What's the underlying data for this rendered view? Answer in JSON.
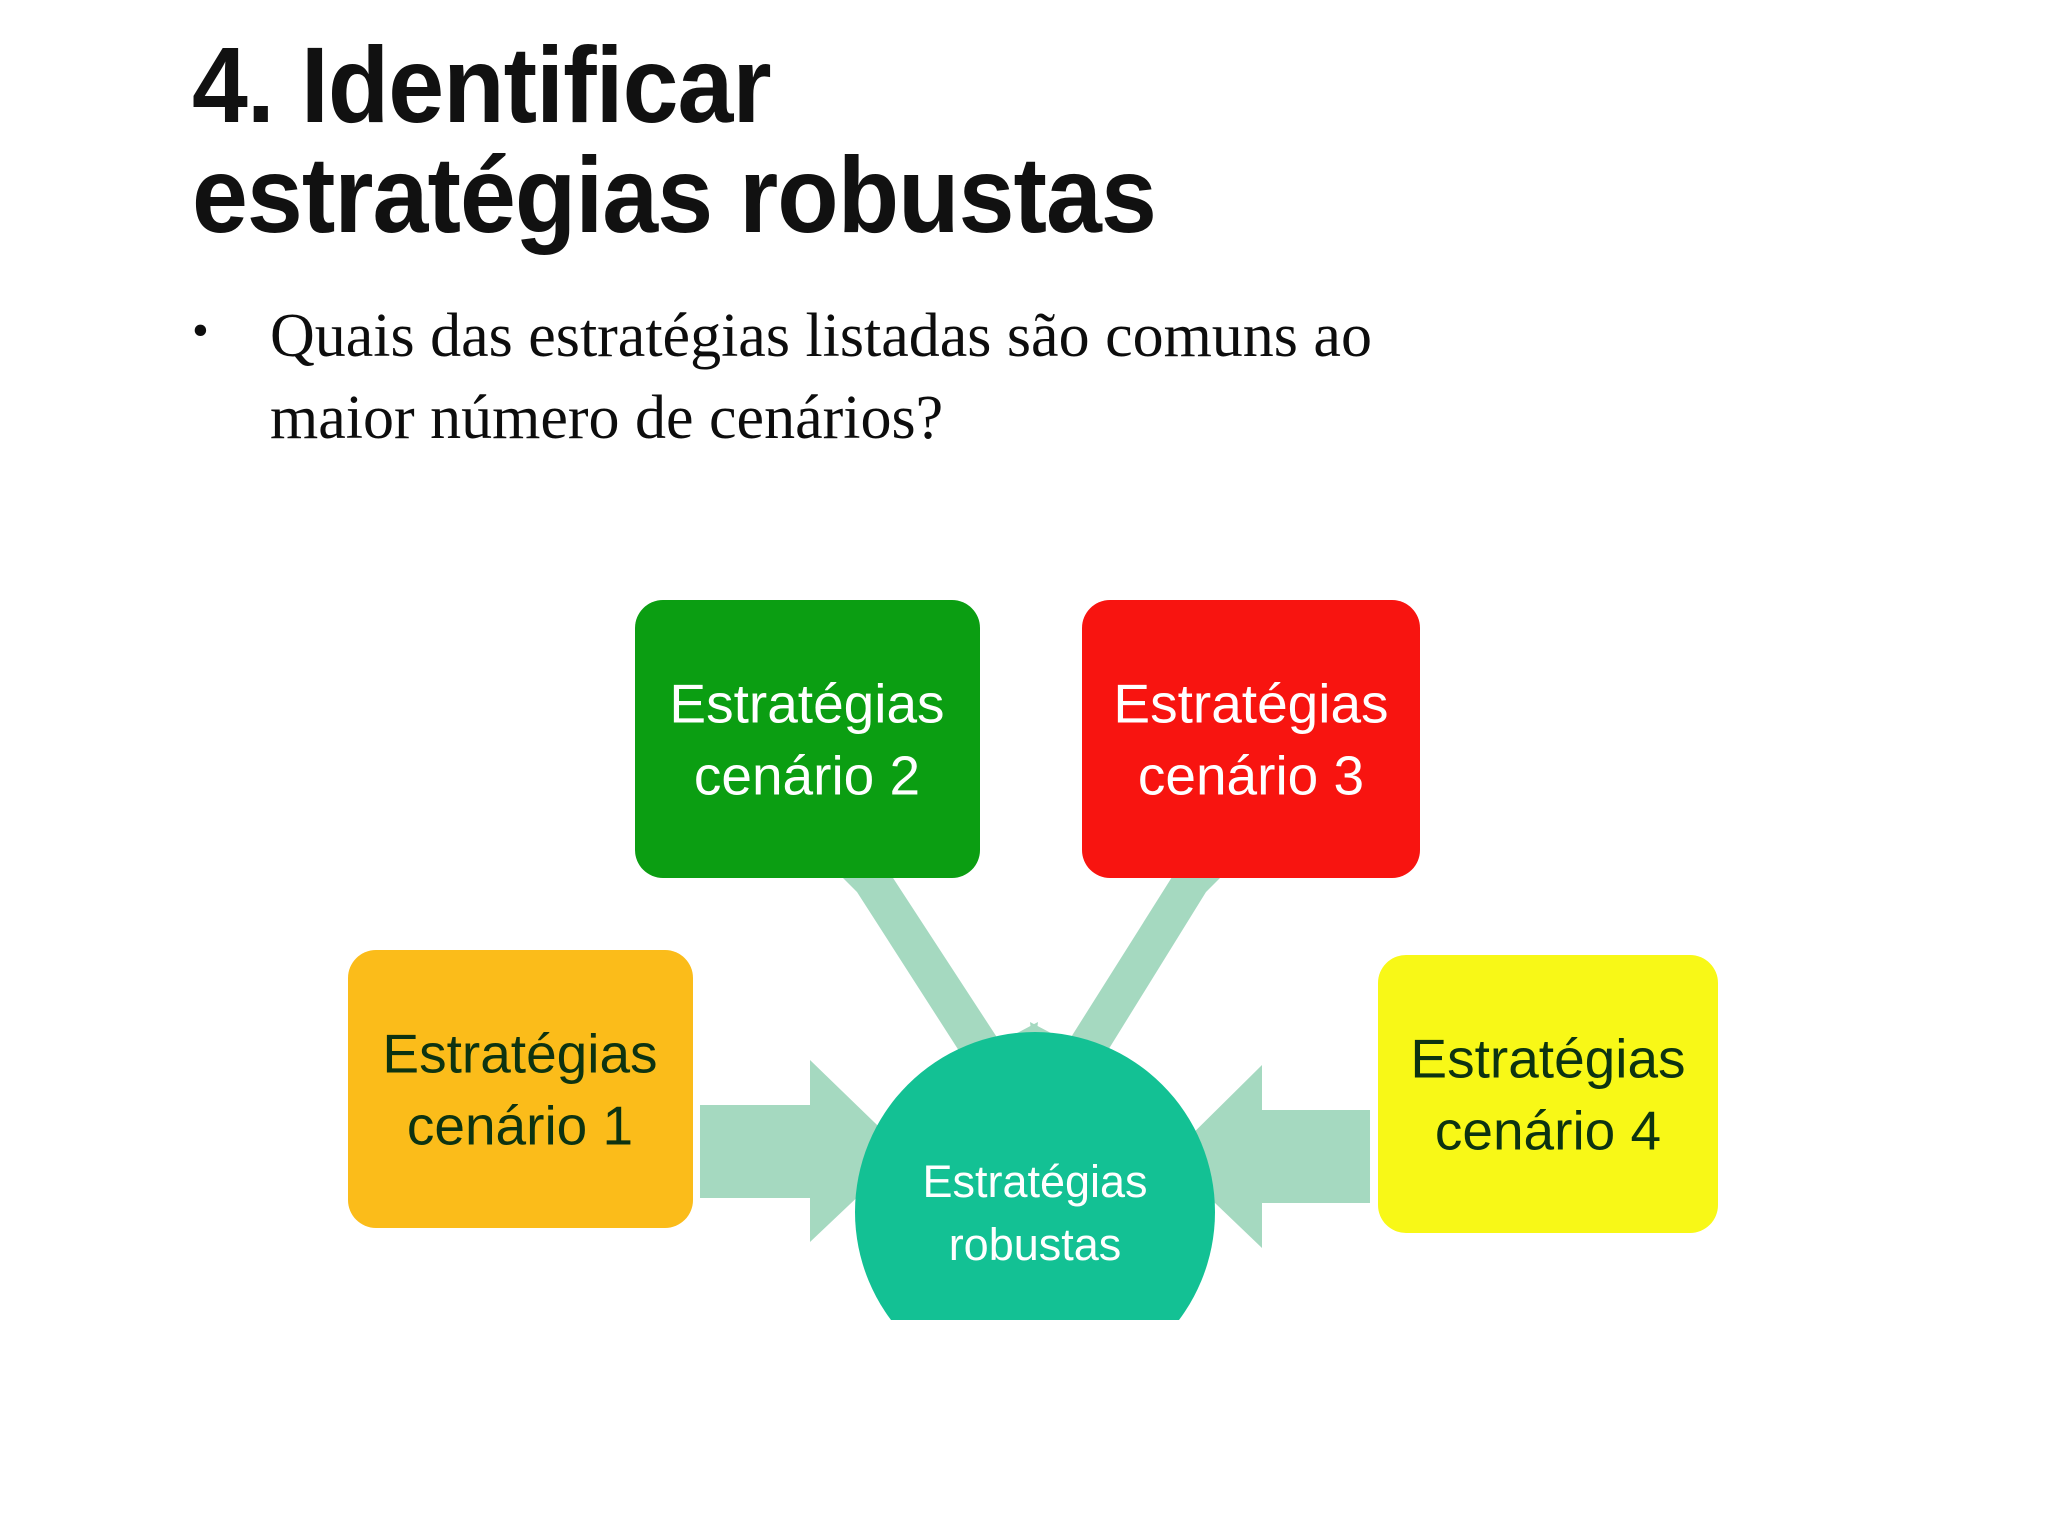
{
  "slide": {
    "title_lines": [
      "4. Identificar",
      "estratégias robustas"
    ],
    "bullet_marker": "•",
    "bullet_text": "Quais das estratégias listadas são comuns ao maior número de cenários?"
  },
  "diagram": {
    "type": "convergence-hub",
    "hub": {
      "label_line1": "Estratégias",
      "label_line2": "robustas",
      "fill": "#13c194",
      "text_color": "#ffffff"
    },
    "arrow_color": "#a5d9c0",
    "nodes": [
      {
        "id": "cenario-1",
        "label_line1": "Estratégias",
        "label_line2": "cenário 1",
        "fill": "#fbbc1a",
        "text_color": "#0d3311",
        "position": "left"
      },
      {
        "id": "cenario-2",
        "label_line1": "Estratégias",
        "label_line2": "cenário 2",
        "fill": "#0b9e12",
        "text_color": "#ffffff",
        "position": "top-left"
      },
      {
        "id": "cenario-3",
        "label_line1": "Estratégias",
        "label_line2": "cenário 3",
        "fill": "#f81410",
        "text_color": "#ffffff",
        "position": "top-right"
      },
      {
        "id": "cenario-4",
        "label_line1": "Estratégias",
        "label_line2": "cenário 4",
        "fill": "#f8f817",
        "text_color": "#0d3311",
        "position": "right"
      }
    ]
  }
}
